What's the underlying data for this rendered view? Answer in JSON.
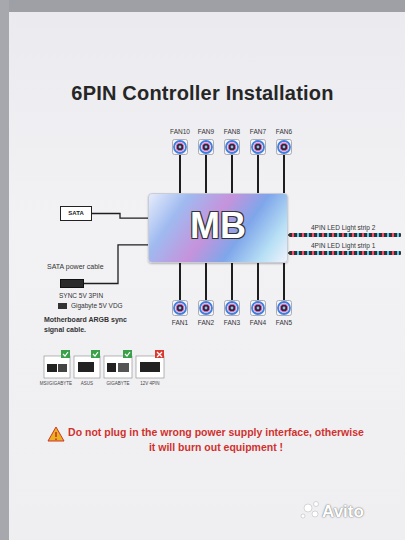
{
  "diagram": {
    "title": "6PIN Controller Installation",
    "nodes": [
      {
        "text": [
          "FAN10"
        ]
      },
      {
        "text": [
          "FAN9"
        ]
      },
      {
        "text": [
          "FAN8"
        ]
      },
      {
        "text": [
          "FAN7"
        ]
      },
      {
        "text": [
          "FAN6"
        ]
      },
      {
        "text": [
          "SATA",
          "SATA power cable"
        ]
      },
      {
        "text": [
          "MB"
        ]
      },
      {
        "text": [
          "4PIN LED Light strip 2"
        ]
      },
      {
        "text": [
          "4PIN LED Light strip 1"
        ]
      },
      {
        "text": [
          "SYNC 5V 3PIN",
          "Gigabyte 5V VDG"
        ]
      },
      {
        "text": [
          "FAN1"
        ]
      },
      {
        "text": [
          "FAN2"
        ]
      },
      {
        "text": [
          "FAN3"
        ]
      },
      {
        "text": [
          "FAN4"
        ]
      },
      {
        "text": [
          "FAN5"
        ]
      }
    ],
    "edges": [
      {
        "from": 6,
        "to": 0,
        "arrow": "none"
      },
      {
        "from": 6,
        "to": 1,
        "arrow": "none"
      },
      {
        "from": 6,
        "to": 2,
        "arrow": "none"
      },
      {
        "from": 6,
        "to": 3,
        "arrow": "none"
      },
      {
        "from": 6,
        "to": 4,
        "arrow": "none"
      },
      {
        "from": 6,
        "to": 10,
        "arrow": "none"
      },
      {
        "from": 6,
        "to": 11,
        "arrow": "none"
      },
      {
        "from": 6,
        "to": 12,
        "arrow": "none"
      },
      {
        "from": 6,
        "to": 13,
        "arrow": "none"
      },
      {
        "from": 6,
        "to": 14,
        "arrow": "none"
      },
      {
        "from": 5,
        "to": 6,
        "arrow": "none"
      },
      {
        "from": 9,
        "to": 6,
        "arrow": "none"
      },
      {
        "from": 6,
        "to": 7,
        "arrow": "none"
      },
      {
        "from": 6,
        "to": 8,
        "arrow": "none"
      }
    ],
    "labels": [
      "Motherboard ARGB sync signal cable.",
      "MSI/GIGABYTE",
      "ASUS",
      "GIGABYTE",
      "12V 4PIN",
      "Do not plug in the wrong power supply interface, otherwise it will burn out equipment !",
      "Avito"
    ]
  }
}
